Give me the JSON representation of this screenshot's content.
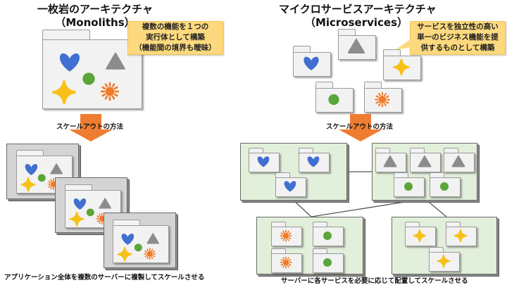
{
  "monolith": {
    "title_line1": "一枚岩のアーキテクチャ",
    "title_line2": "（Monoliths）",
    "callout": [
      "複数の機能を１つの",
      "実行体として構築",
      "（機能間の境界も曖昧）"
    ],
    "scale_label": "スケールアウトの方法",
    "caption": "アプリケーション全体を複数のサーバーに複製してスケールさせる",
    "server_count": 3,
    "features": [
      "heart-icon",
      "triangle-icon",
      "circle-icon",
      "star-icon",
      "sun-icon"
    ]
  },
  "microservices": {
    "title_line1": "マイクロサービスアーキテクチャ",
    "title_line2": "（Microservices）",
    "callout": [
      "サービスを独立性の高い",
      "単一のビジネス機能を提",
      "供するものとして構築"
    ],
    "scale_label": "スケールアウトの方法",
    "caption": "サーバーに各サービスを必要に応じて配置してスケールさせる",
    "services": [
      "heart-icon",
      "triangle-icon",
      "star-icon",
      "circle-icon",
      "sun-icon"
    ],
    "servers": [
      {
        "name": "server-hearts",
        "services": [
          "heart",
          "heart",
          "heart"
        ]
      },
      {
        "name": "server-triangles-circles",
        "services": [
          "triangle",
          "triangle",
          "triangle",
          "circle",
          "circle"
        ]
      },
      {
        "name": "server-suns-circles",
        "services": [
          "sun",
          "circle",
          "sun",
          "circle"
        ]
      },
      {
        "name": "server-stars",
        "services": [
          "star",
          "star",
          "star"
        ]
      }
    ]
  },
  "colors": {
    "heart": "#3f6fd1",
    "triangle": "#8c8c8c",
    "circle": "#5aa63a",
    "star": "#f7c11a",
    "sun": "#f07a28",
    "arrow": "#ef7d31",
    "callout": "#fcd97e",
    "server_gray": "#d4d4d4",
    "server_green": "#e2efda"
  }
}
